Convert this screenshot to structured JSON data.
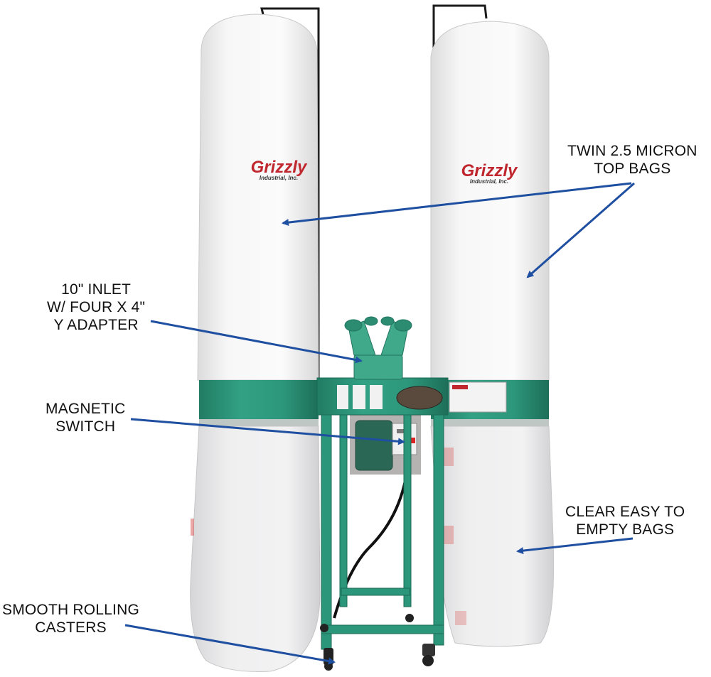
{
  "image": {
    "subject": "Twin-bag dust collector product photo with callouts",
    "brand": {
      "logo_text": "Grizzly",
      "logo_subtext": "Industrial, Inc.",
      "logo_color": "#c0262d"
    },
    "colors": {
      "machine_green": "#2e9a7e",
      "machine_green_dark": "#1f7a62",
      "top_bag": "#f3f3f3",
      "bottom_bag": "#e9e9ea",
      "arrow": "#1f4fa0",
      "text": "#111111",
      "background": "#ffffff"
    }
  },
  "callouts": [
    {
      "id": "top-bags",
      "lines": [
        "TWIN 2.5 MICRON",
        "TOP BAGS"
      ]
    },
    {
      "id": "inlet",
      "lines": [
        "10\" INLET",
        "W/ FOUR X  4\"",
        "Y ADAPTER"
      ]
    },
    {
      "id": "switch",
      "lines": [
        "MAGNETIC",
        "SWITCH"
      ]
    },
    {
      "id": "bottom-bags",
      "lines": [
        "CLEAR EASY TO",
        "EMPTY BAGS"
      ]
    },
    {
      "id": "casters",
      "lines": [
        "SMOOTH ROLLING",
        "CASTERS"
      ]
    }
  ]
}
